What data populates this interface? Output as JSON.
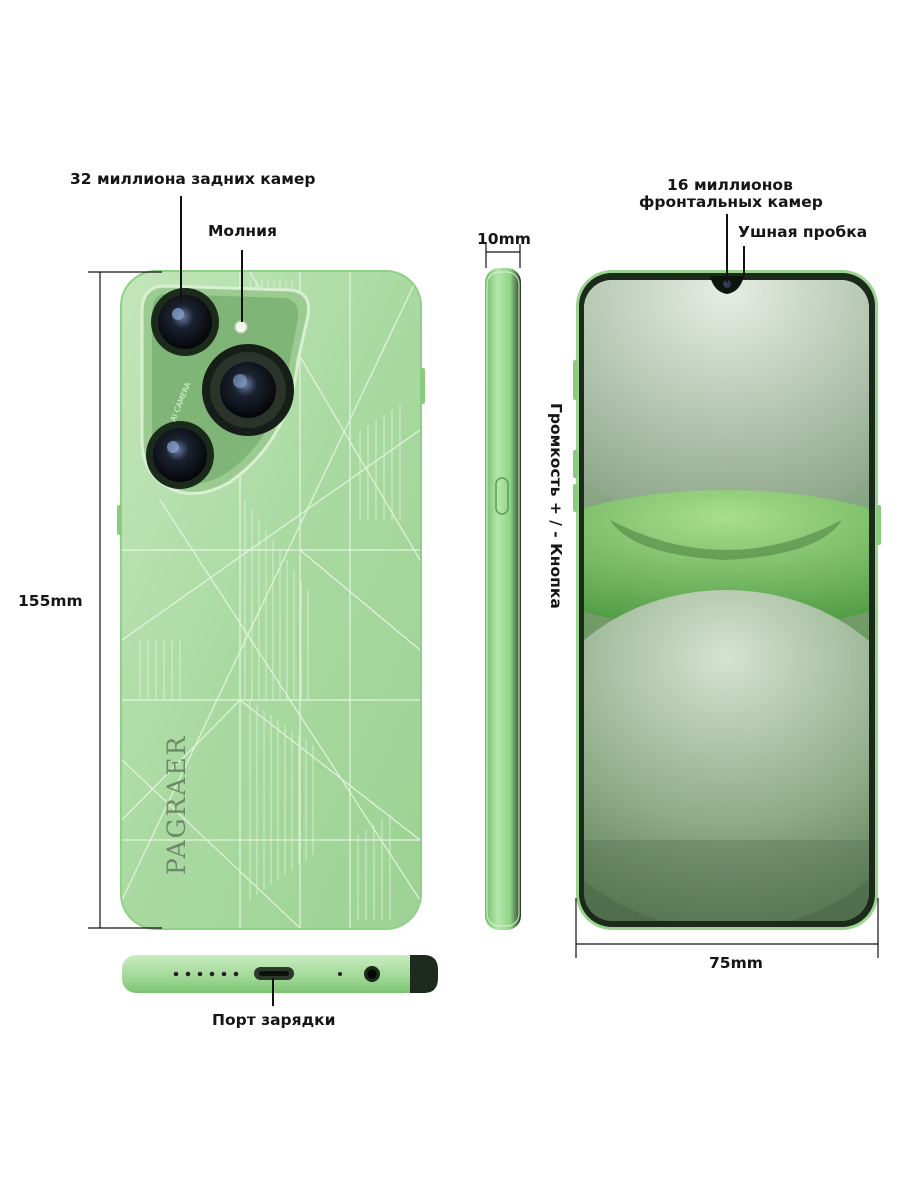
{
  "labels": {
    "rear_camera": "32 миллиона задних камер",
    "flash": "Молния",
    "thickness": "10mm",
    "front_camera_line1": "16 миллионов",
    "front_camera_line2": "фронтальных камер",
    "earpiece": "Ушная пробка",
    "height": "155mm",
    "volume_button": "Громкость + / - Кнопка",
    "width": "75mm",
    "charging_port": "Порт зарядки"
  },
  "brand": "PAGRAER",
  "camera_module_text": "AI CAMERA",
  "colors": {
    "phone_green": "#a8dba0",
    "frame_green": "#8fd488",
    "screen_dark": "#4d6b4d",
    "screen_light": "#b9d1b3",
    "accent": "#6fbf5a"
  }
}
